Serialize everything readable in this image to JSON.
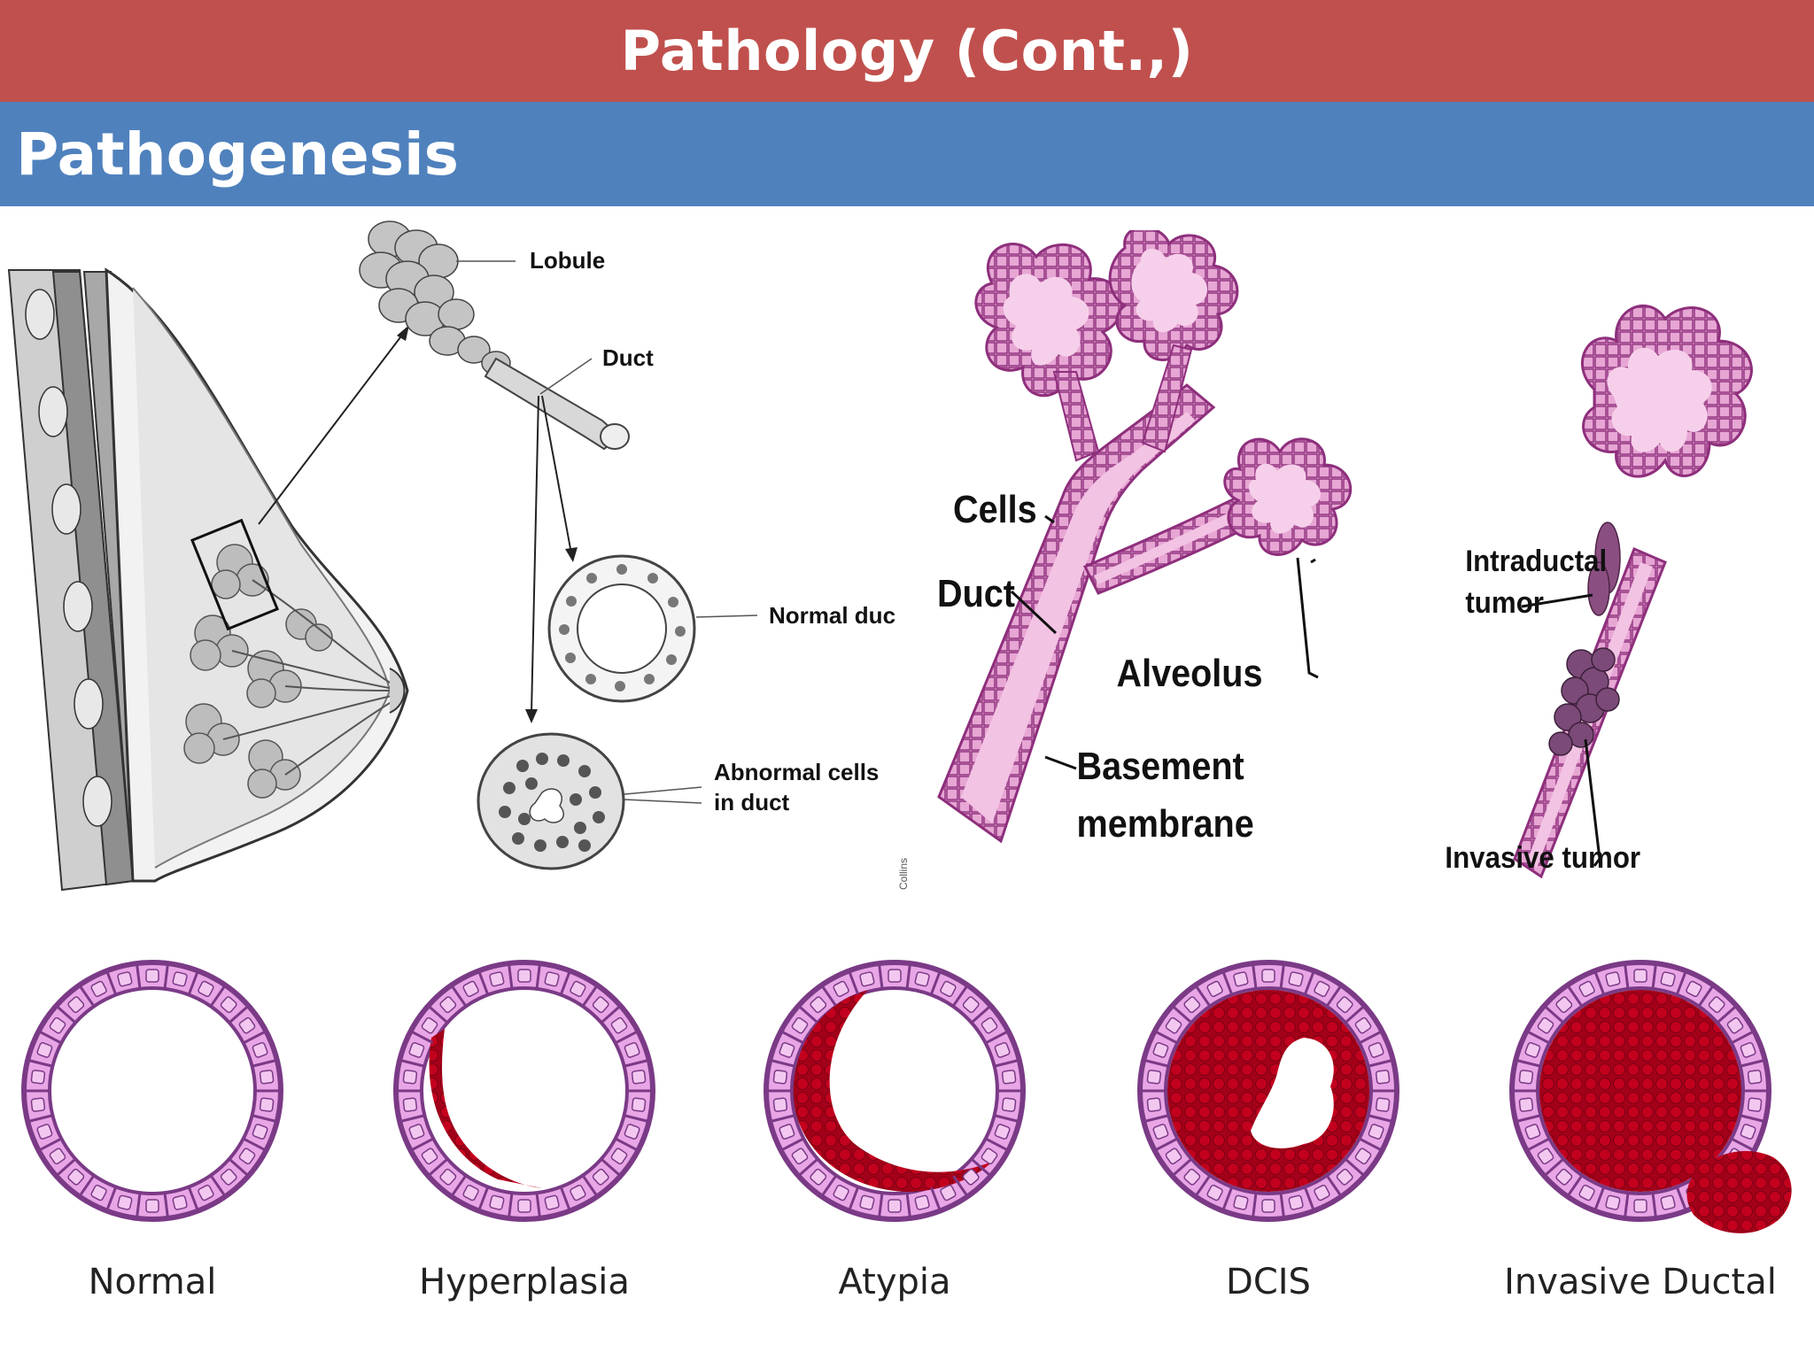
{
  "header": {
    "title": "Pathology (Cont.,)",
    "subtitle": "Pathogenesis"
  },
  "anatomy": {
    "labels": {
      "lobule": "Lobule",
      "duct": "Duct",
      "normal_duct": "Normal duc",
      "abnormal_line1": "Abnormal cells",
      "abnormal_line2": "in duct",
      "credit": "Collins"
    }
  },
  "duct_tree": {
    "labels": {
      "cells": "Cells",
      "duct": "Duct",
      "alveolus": "Alveolus",
      "basement_line1": "Basement",
      "basement_line2": "membrane"
    }
  },
  "tumor": {
    "labels": {
      "intraductal_line1": "Intraductal",
      "intraductal_line2": "tumor",
      "invasive": "Invasive tumor"
    }
  },
  "stages": [
    {
      "label": "Normal"
    },
    {
      "label": "Hyperplasia"
    },
    {
      "label": "Atypia"
    },
    {
      "label": "DCIS"
    },
    {
      "label": "Invasive Ductal"
    }
  ],
  "colors": {
    "title_bar": "#c0504d",
    "subtitle_bar": "#4f81bd",
    "epithelium": "#e9a6e6",
    "epithelium_border": "#7a3a86",
    "tumor_cells": "#b3001b",
    "duct_pink": "#f1b6dc"
  }
}
